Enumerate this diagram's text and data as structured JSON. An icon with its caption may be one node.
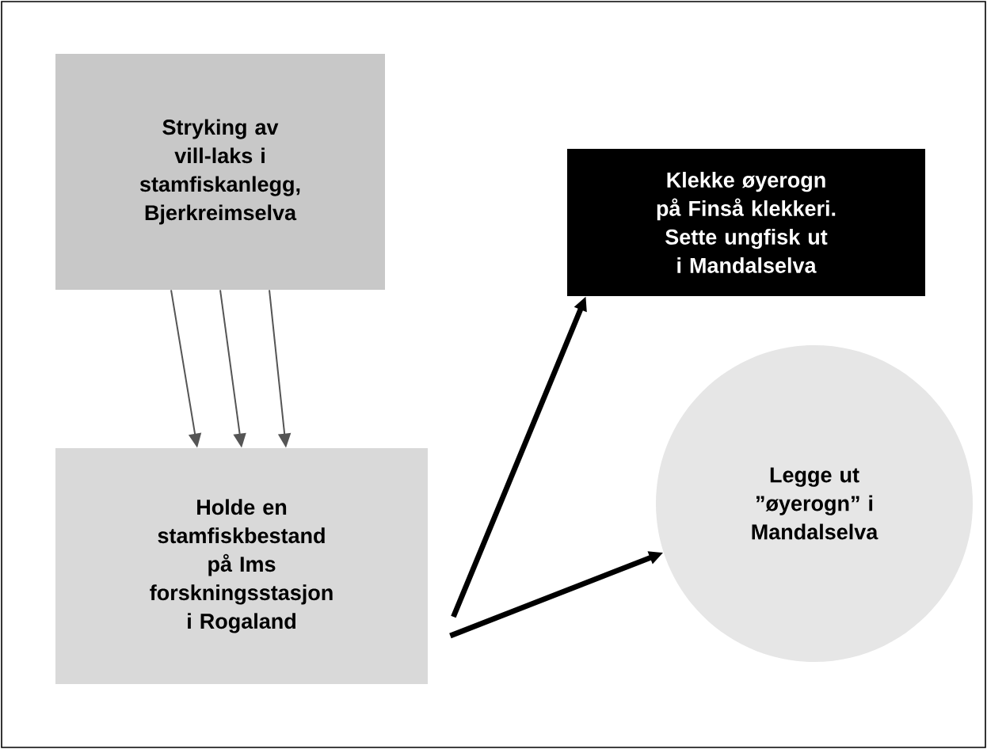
{
  "diagram": {
    "nodes": [
      {
        "text": [
          "Stryking av vill-laks i stamfiskanlegg, Bjerkreimselva"
        ]
      },
      {
        "text": [
          "Holde en stamfiskbestand på Ims forskningsstasjon i Rogaland"
        ]
      },
      {
        "text": [
          "Klekke øyerogn på Finså klekkeri. Sette ungfisk ut i Mandalselva"
        ]
      },
      {
        "text": [
          "Legge ut ”øyerogn” i Mandalselva"
        ]
      }
    ],
    "edges": [
      {
        "from": 0,
        "to": 1,
        "arrow": "to"
      },
      {
        "from": 0,
        "to": 1,
        "arrow": "to"
      },
      {
        "from": 0,
        "to": 1,
        "arrow": "to"
      },
      {
        "from": 1,
        "to": 2,
        "arrow": "to",
        "style": "thick",
        "color": "#000000"
      },
      {
        "from": 1,
        "to": 3,
        "arrow": "to",
        "style": "thick",
        "color": "#000000"
      }
    ]
  }
}
